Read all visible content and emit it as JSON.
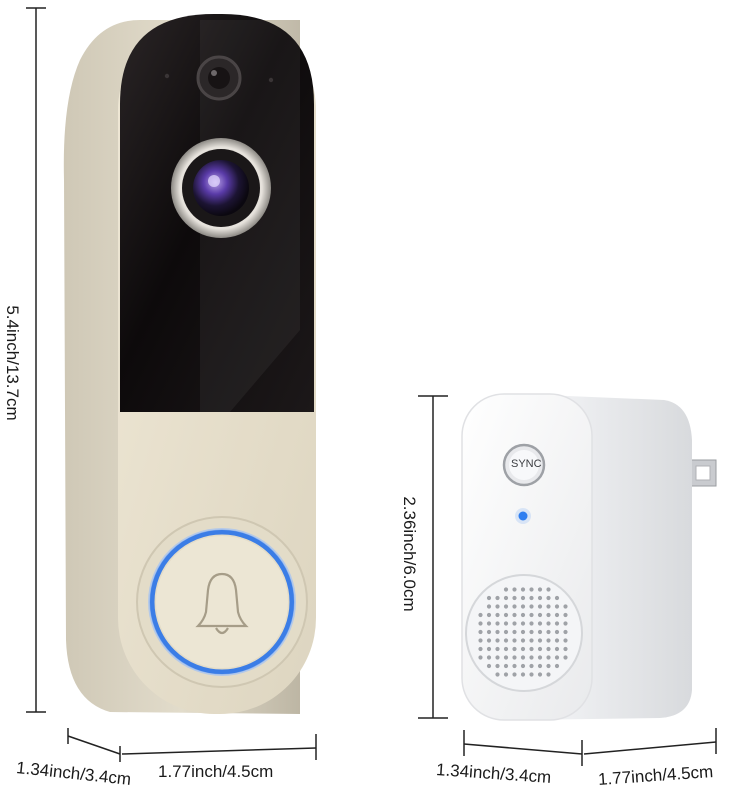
{
  "doorbell": {
    "height_label": "5.4inch/13.7cm",
    "depth_label": "1.34inch/3.4cm",
    "width_label": "1.77inch/4.5cm"
  },
  "chime": {
    "height_label": "2.36inch/6.0cm",
    "depth_label": "1.34inch/3.4cm",
    "width_label": "1.77inch/4.5cm",
    "sync_button_label": "SYNC"
  },
  "colors": {
    "doorbell_body": "#dcd6c4",
    "doorbell_face": "#e9e2cf",
    "camera_panel": "#100c0d",
    "ring_light": "#3b7de6",
    "chime_body": "#f2f3f5",
    "indicator_led": "#2f7ef0"
  }
}
